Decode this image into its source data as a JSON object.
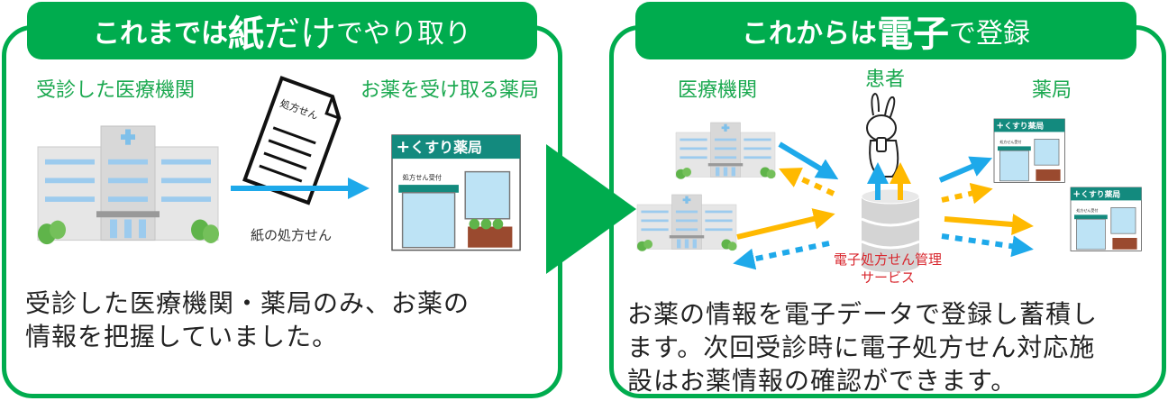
{
  "left": {
    "title": {
      "part1": "これまでは",
      "part2": "紙",
      "part3": "だけ",
      "part4": "でやり取り"
    },
    "hospital_label": "受診した医療機関",
    "pharmacy_label": "お薬を受け取る薬局",
    "paper_text": "処方せん",
    "paper_caption": "紙の処方せん",
    "pharmacy_sign": "くすり薬局",
    "pharmacy_counter": "処方せん受付",
    "description": [
      "受診した医療機関・薬局のみ、お薬の",
      "情報を把握していました。"
    ]
  },
  "right": {
    "title": {
      "part1": "これからは",
      "part2": "電子",
      "part3": "で登録"
    },
    "hospital_label": "医療機関",
    "patient_label": "患者",
    "pharmacy_label": "薬局",
    "service_label": [
      "電子処方せん管理",
      "サービス"
    ],
    "pharmacy_sign": "くすり薬局",
    "pharmacy_counter": "処方せん受付",
    "description": [
      "お薬の情報を電子データで登録し蓄積し",
      "ます。次回受診時に電子処方せん対応施",
      "設はお薬情報の確認ができます。"
    ]
  },
  "colors": {
    "green": "#00ac4e",
    "blue": "#1ea9ea",
    "orange": "#ffb900",
    "red": "#d8262d"
  }
}
